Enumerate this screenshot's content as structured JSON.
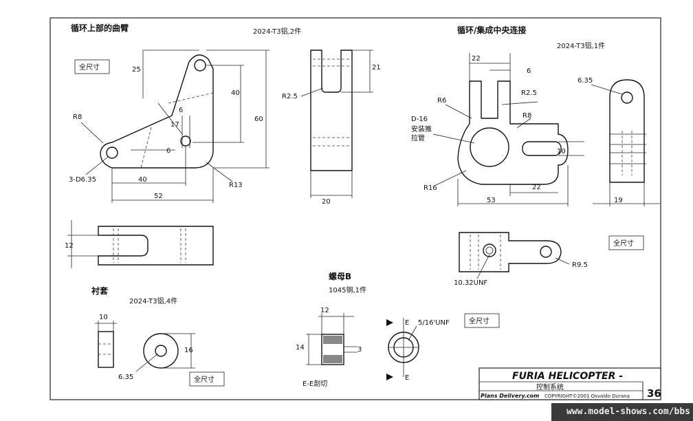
{
  "parts": {
    "upper_arm": {
      "title": "循环上部的曲臂",
      "material": "2024-T3铝,2件",
      "scale": "全尺寸",
      "dims": {
        "d25": "25",
        "d40": "40",
        "d60": "60",
        "d6a": "6",
        "d17": "17",
        "d6b": "6",
        "r8": "R8",
        "holes": "3-D6.35",
        "d40b": "40",
        "d52": "52",
        "r13": "R13",
        "r2_5": "R2.5",
        "d21": "21",
        "d20": "20",
        "d12": "12"
      }
    },
    "central_link": {
      "title": "循环/集成中央连接",
      "material": "2024-T3铝,1件",
      "scale": "全尺寸",
      "dims": {
        "d22a": "22",
        "d6": "6",
        "r2_5": "R2.5",
        "r6": "R6",
        "r8": "R8",
        "d16": "D-16",
        "pushrod1": "安装推",
        "pushrod2": "拉管",
        "d10": "10",
        "r16": "R16",
        "d22b": "22",
        "d53": "53",
        "d6_35": "6.35",
        "d19": "19",
        "thread": "10.32UNF",
        "r9_5": "R9.5"
      }
    },
    "bushing": {
      "title": "衬套",
      "material": "2024-T3铝,4件",
      "scale": "全尺寸",
      "dims": {
        "d10": "10",
        "d16": "16",
        "d6_35": "6.35"
      }
    },
    "nut_b": {
      "title": "螺母B",
      "material": "1045钢,1件",
      "scale": "全尺寸",
      "dims": {
        "d12": "12",
        "d14": "14",
        "d3": "3",
        "thread": "5/16'UNF",
        "sec_e1": "E",
        "sec_e2": "E",
        "section": "E-E剖切"
      }
    }
  },
  "title_block": {
    "title": "FURIA HELICOPTER -",
    "subtitle": "控制系统",
    "publisher": "Plans Delivery.com",
    "copyright": "COPYRIGHT©2001 Osvaldo Durana",
    "page": "36"
  },
  "watermark": "www.model-shows.com/bbs"
}
